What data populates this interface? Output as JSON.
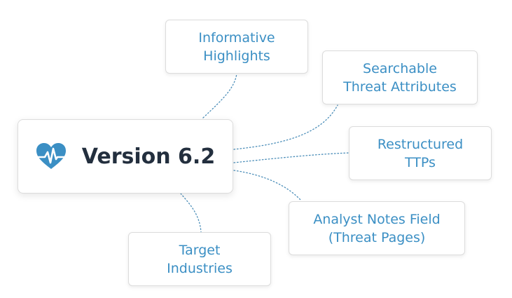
{
  "center": {
    "title": "Version 6.2",
    "icon": "heart-pulse-icon"
  },
  "nodes": [
    {
      "id": "informative-highlights",
      "label": "Informative\nHighlights"
    },
    {
      "id": "searchable-threat-attributes",
      "label": "Searchable\nThreat Attributes"
    },
    {
      "id": "restructured-ttps",
      "label": "Restructured\nTTPs"
    },
    {
      "id": "analyst-notes-field",
      "label": "Analyst Notes Field\n(Threat Pages)"
    },
    {
      "id": "target-industries",
      "label": "Target\nIndustries"
    }
  ],
  "colors": {
    "accent": "#3b8fc4",
    "title": "#232f3e",
    "connector": "#4a8db8"
  }
}
